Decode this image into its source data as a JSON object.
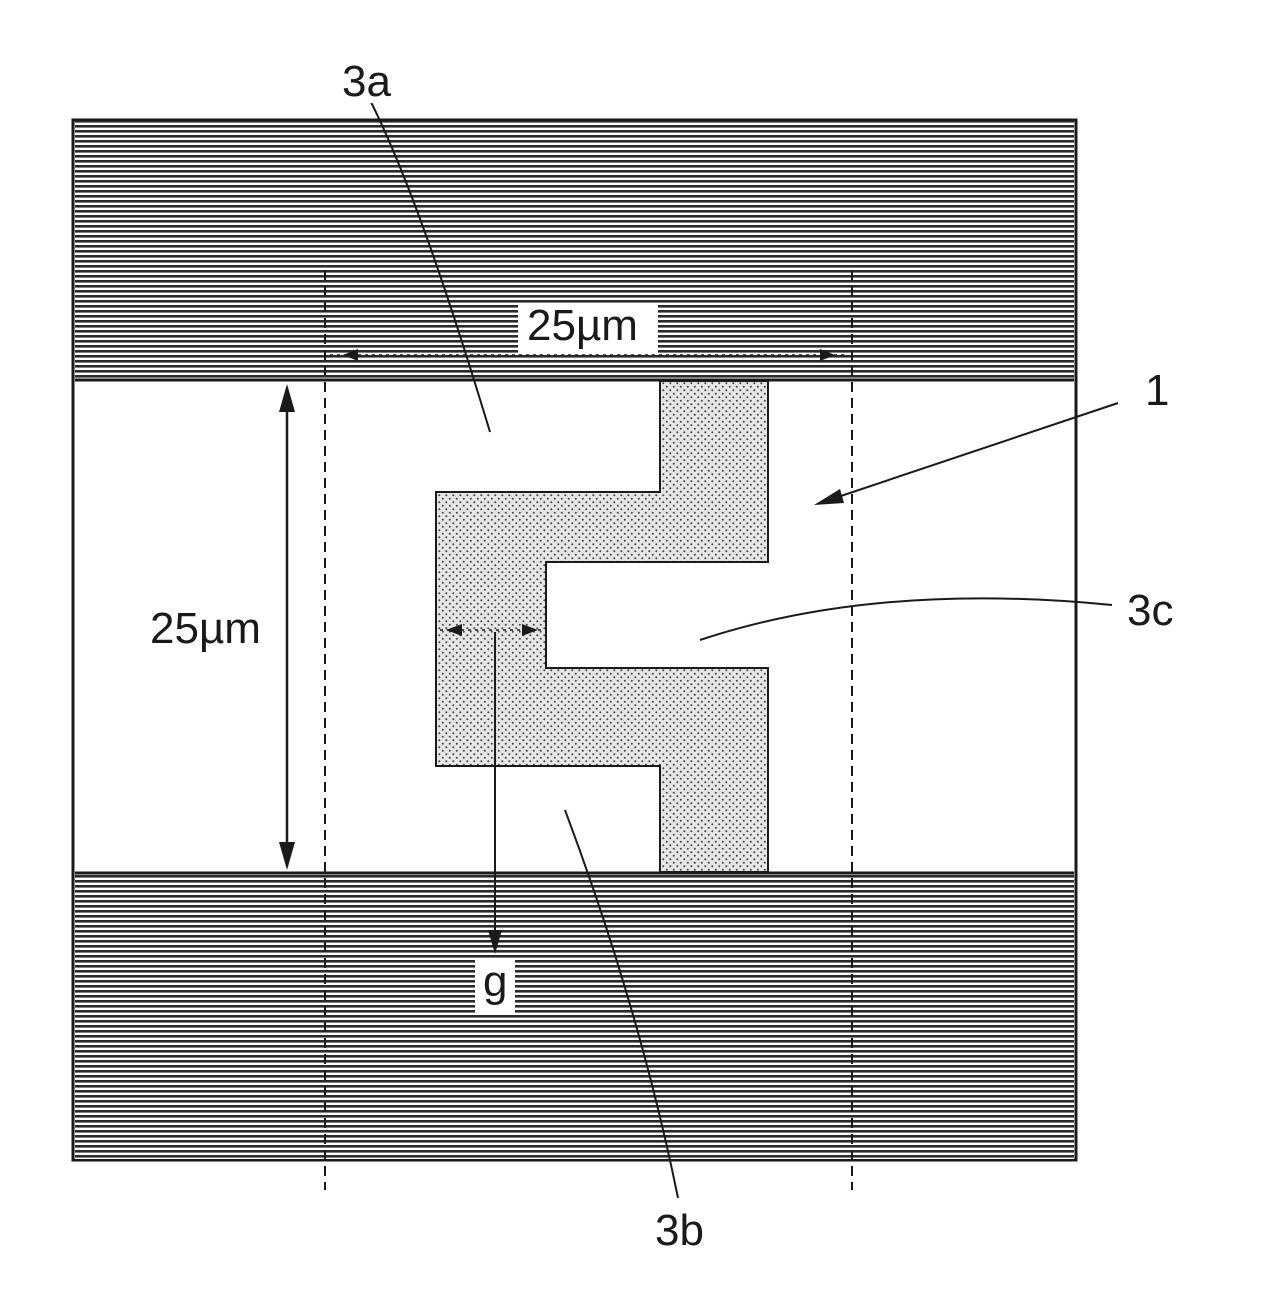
{
  "figure": {
    "labels": {
      "region_3a": "3a",
      "region_3b": "3b",
      "region_3c": "3c",
      "element_1": "1",
      "gap_g": "g"
    },
    "dimensions": {
      "width_label": "25µm",
      "height_label": "25µm"
    },
    "colors": {
      "ink": "#1a1a1a",
      "hatch": "#2a2a2a",
      "dot": "#444444",
      "dot_fill_bg": "#e6e6e6",
      "paper": "#ffffff"
    }
  }
}
